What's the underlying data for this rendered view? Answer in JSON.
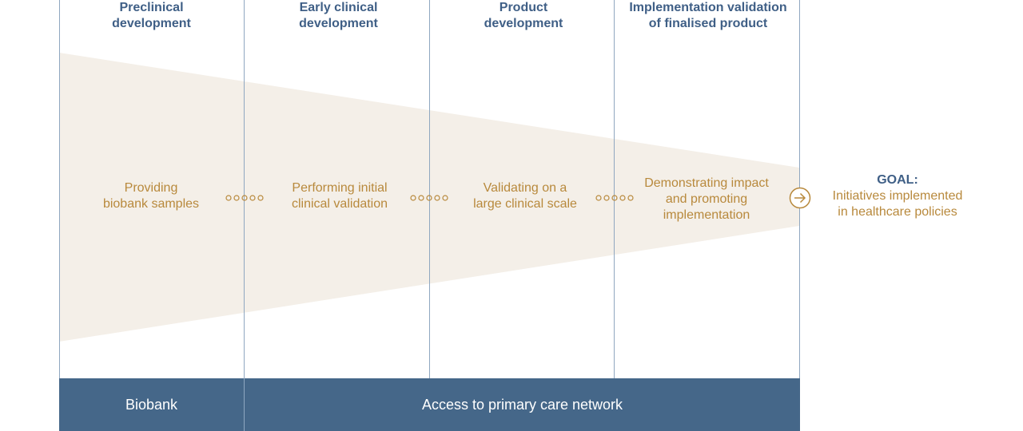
{
  "phases": [
    {
      "title_lines": [
        "Preclinical",
        "development"
      ],
      "step_lines": [
        "Providing",
        "biobank samples"
      ]
    },
    {
      "title_lines": [
        "Early clinical",
        "development"
      ],
      "step_lines": [
        "Performing initial",
        "clinical validation"
      ]
    },
    {
      "title_lines": [
        "Product",
        "development"
      ],
      "step_lines": [
        "Validating on a",
        "large clinical scale"
      ]
    },
    {
      "title_lines": [
        "Implementation validation",
        "of finalised product"
      ],
      "step_lines": [
        "Demonstrating impact",
        "and promoting",
        "implementation"
      ]
    }
  ],
  "goal": {
    "title": "GOAL:",
    "lines": [
      "Initiatives implemented",
      "in healthcare policies"
    ]
  },
  "bars": {
    "left": "Biobank",
    "right": "Access to primary care network"
  },
  "icons": {
    "connector": "dotted-circles-connector",
    "goal": "arrow-circle-right-icon"
  },
  "colors": {
    "funnel": "#f4efe8",
    "divider": "#8fa7c0",
    "title": "#3f5f86",
    "step_text": "#b8893c",
    "bar": "#456789"
  }
}
